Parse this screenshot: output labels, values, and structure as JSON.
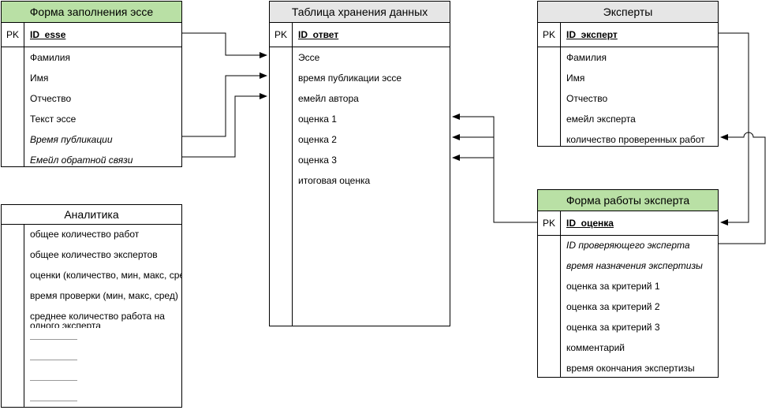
{
  "essay_form": {
    "title": "Форма заполнения эссе",
    "pk_label": "PK",
    "pk_field": "ID_esse",
    "fields": [
      "Фамилия",
      "Имя",
      "Отчество",
      "Текст эссе",
      "Время публикации",
      "Емейл обратной связи"
    ],
    "header_color": "#b9e0a5"
  },
  "storage_table": {
    "title": "Таблица хранения данных",
    "pk_label": "PK",
    "pk_field": "ID_ответ",
    "fields": [
      "Эссе",
      "время публикации эссе",
      "емейл автора",
      "оценка 1",
      "оценка 2",
      "оценка 3",
      "итоговая оценка"
    ],
    "header_color": "#e6e6e6"
  },
  "experts": {
    "title": "Эксперты",
    "pk_label": "PK",
    "pk_field": "ID_эксперт",
    "fields": [
      "Фамилия",
      "Имя",
      "Отчество",
      "емейл эксперта",
      "количество проверенных работ"
    ],
    "header_color": "#e6e6e6"
  },
  "expert_form": {
    "title": "Форма работы эксперта",
    "pk_label": "PK",
    "pk_field": "ID_оценка",
    "fields": [
      "ID проверяющего эксперта",
      "время назначения экспертизы",
      "оценка за критерий 1",
      "оценка за критерий 2",
      "оценка за критерий 3",
      "комментарий",
      "время окончания экспертизы"
    ],
    "header_color": "#b9e0a5"
  },
  "analytics": {
    "title": "Аналитика",
    "fields": [
      "общее количество работ",
      "общее количество экспертов",
      "оценки (количество, мин, макс, средн)",
      "время проверки (мин, макс, сред)",
      "среднее количество работа на",
      "одного эксперта"
    ]
  }
}
